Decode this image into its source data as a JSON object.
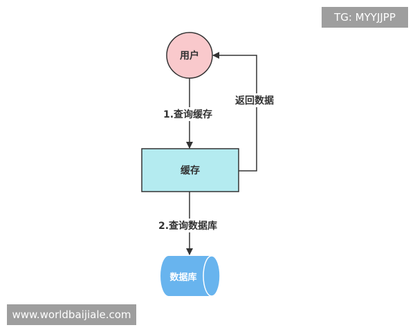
{
  "nodes": {
    "user": "用户",
    "cache": "缓存",
    "database": "数据库"
  },
  "edges": {
    "query_cache": "1.查询缓存",
    "query_db": "2.查询数据库",
    "return_data": "返回数据"
  },
  "watermarks": {
    "top": "TG: MYYJJPP",
    "bottom": "www.worldbaijiale.com"
  },
  "colors": {
    "user_fill": "#f8cecc",
    "cache_fill": "#b4ebf0",
    "db_fill": "#6bb6ee"
  }
}
